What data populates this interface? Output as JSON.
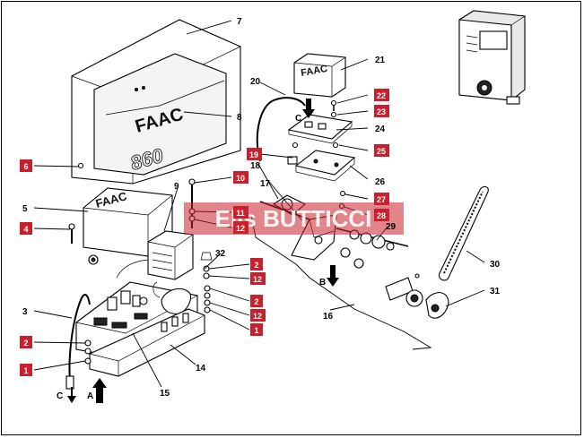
{
  "brand_text": "FAAC",
  "model_text": "860",
  "watermark": "Elis BUTTICCI",
  "arrows": [
    "C",
    "A",
    "B",
    "C"
  ],
  "accent_color": "#c8202c",
  "red_labels": [
    "6",
    "4",
    "2",
    "1",
    "10",
    "11",
    "12",
    "2",
    "12",
    "2",
    "12",
    "1",
    "19",
    "22",
    "23",
    "25",
    "27",
    "28"
  ],
  "black_labels": [
    "7",
    "8",
    "5",
    "9",
    "3",
    "32",
    "15",
    "14",
    "16",
    "17",
    "18",
    "20",
    "21",
    "24",
    "26",
    "29",
    "30",
    "31"
  ]
}
